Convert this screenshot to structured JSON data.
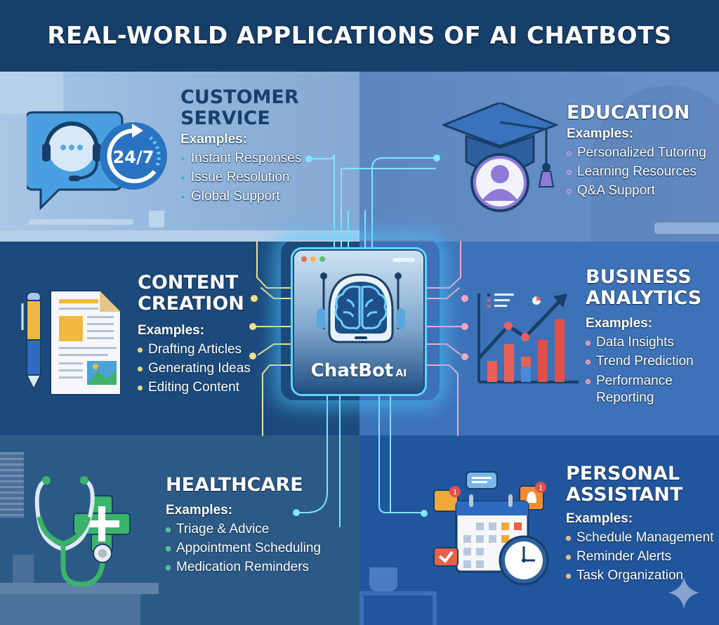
{
  "header": {
    "title": "REAL-WORLD APPLICATIONS OF AI CHATBOTS"
  },
  "center": {
    "brand": "ChatBot",
    "brand_suffix": "AI",
    "icon": "brain-icon"
  },
  "colors": {
    "header_bg": "#163f69",
    "circuit_cyan": "#7ee6ff",
    "circuit_yellow": "#f3e08a",
    "circuit_pink": "#f5a8c8",
    "bullet_customer": "#5aa0d8",
    "bullet_education": "#9a7fd6",
    "bullet_content": "#f0d270",
    "bullet_business": "#e88a9a",
    "bullet_health": "#3fbf8a",
    "bullet_personal": "#e8b88a"
  },
  "sections": {
    "customer_service": {
      "title_line1": "CUSTOMER",
      "title_line2": "SERVICE",
      "examples_label": "Examples:",
      "items": [
        "Instant Responses",
        "Issue Resolution",
        "Global Support"
      ],
      "badge": "24/7",
      "icon": "headset-chat-icon"
    },
    "education": {
      "title_line1": "EDUCATION",
      "examples_label": "Examples:",
      "items": [
        "Personalized Tutoring",
        "Learning Resources",
        "Q&A Support"
      ],
      "icon": "graduation-cap-icon"
    },
    "content_creation": {
      "title_line1": "CONTENT",
      "title_line2": "CREATION",
      "examples_label": "Examples:",
      "items": [
        "Drafting Articles",
        "Generating Ideas",
        "Editing Content"
      ],
      "icon": "document-pen-icon"
    },
    "business_analytics": {
      "title_line1": "BUSINESS",
      "title_line2": "ANALYTICS",
      "examples_label": "Examples:",
      "items": [
        "Data Insights",
        "Trend Prediction",
        "Performance Reporting"
      ],
      "icon": "bar-chart-trend-icon"
    },
    "healthcare": {
      "title_line1": "HEALTHCARE",
      "examples_label": "Examples:",
      "items": [
        "Triage & Advice",
        "Appointment Scheduling",
        "Medication Reminders"
      ],
      "icon": "stethoscope-cross-icon"
    },
    "personal_assistant": {
      "title_line1": "PERSONAL",
      "title_line2": "ASSISTANT",
      "examples_label": "Examples:",
      "items": [
        "Schedule Management",
        "Reminder Alerts",
        "Task Organization"
      ],
      "notification_count": "1",
      "icon": "calendar-clock-icon"
    }
  }
}
